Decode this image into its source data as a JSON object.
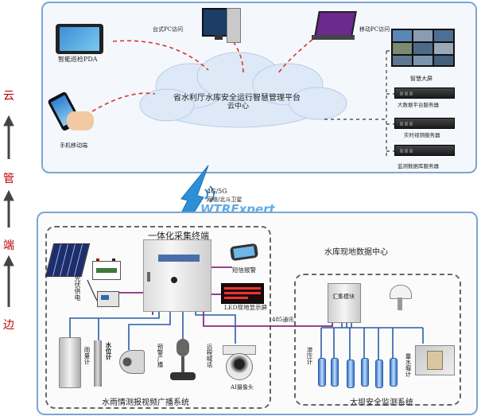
{
  "side_labels": [
    "云",
    "管",
    "端",
    "边"
  ],
  "cloud": {
    "platform_title": "省水利厅水库安全运行智慧管理平台",
    "platform_subtitle": "云中心",
    "desktop_pc": "台式PC访问",
    "pda": "智能巡检PDA",
    "mobile_pc": "移动PC访问",
    "phone": "手机移动端",
    "video_wall": "智慧大屏",
    "servers": [
      "大数据平台服务器",
      "实时视频服务器",
      "监测数据库服务器"
    ]
  },
  "network": {
    "line1": "4G/5G",
    "line2": "网络/北斗卫星",
    "watermark": "WTRExpert"
  },
  "edge": {
    "terminal_title": "一体化采集终端",
    "solar": "光伏供电",
    "sms": "短信报警",
    "led": "LED现地显示屏",
    "rs485": "485通讯",
    "rain": "雨量计",
    "level": "水位计",
    "broadcast": "预警广播",
    "intercom": "远程喊话",
    "ai_cam": "AI摄像头",
    "system_left": "水雨情测报视频广播系统",
    "data_center": "水库现地数据中心",
    "collector": "汇集模块",
    "seepage": "渗压计",
    "weir": "量水堰计",
    "system_right": "大坝安全监测系统"
  },
  "colors": {
    "accent_blue": "#7aa6d6",
    "red_dash": "#d9352b",
    "side_red": "#b00000",
    "purple": "#8a2a7a"
  }
}
